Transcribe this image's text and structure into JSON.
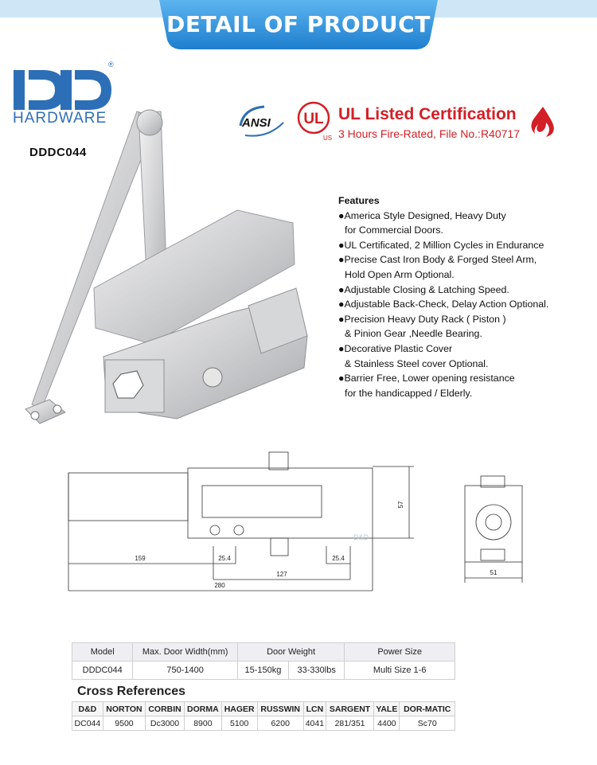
{
  "banner": {
    "title": "DETAIL OF PRODUCT"
  },
  "brand": {
    "logo_letters": "D&D",
    "registered": "®",
    "name": "HARDWARE"
  },
  "product": {
    "model_code": "DDDC044",
    "image_desc_icon": "door-closer-image"
  },
  "certification": {
    "ansi": "ANSI",
    "ul_mark": "UL",
    "ul_mark_us": "US",
    "title": "UL Listed Certification",
    "subtitle": "3 Hours Fire-Rated, File No.:R40717",
    "flame_icon": "flame-icon",
    "accent_color": "#d31f26"
  },
  "features": {
    "title": "Features",
    "bullet": "●",
    "items": [
      {
        "line1": "America Style Designed, Heavy Duty",
        "line2": "for Commercial Doors."
      },
      {
        "line1": "UL Certificated, 2 Million Cycles in Endurance",
        "line2": ""
      },
      {
        "line1": "Precise Cast Iron Body & Forged Steel Arm,",
        "line2": "Hold Open Arm Optional."
      },
      {
        "line1": "Adjustable Closing & Latching Speed.",
        "line2": ""
      },
      {
        "line1": "Adjustable Back-Check, Delay Action Optional.",
        "line2": ""
      },
      {
        "line1": "Precision Heavy Duty Rack ( Piston )",
        "line2": "& Pinion Gear ,Needle Bearing."
      },
      {
        "line1": "Decorative Plastic Cover",
        "line2": "& Stainless Steel  cover Optional."
      },
      {
        "line1": "Barrier Free, Lower opening resistance",
        "line2": "for the  handicapped / Elderly."
      }
    ]
  },
  "drawing": {
    "dims": {
      "total": "280",
      "left": "159",
      "inner_left": "25.4",
      "middle": "127",
      "inner_right": "25.4",
      "height": "57",
      "side_width": "51"
    },
    "watermark": "D&D"
  },
  "spec_table": {
    "headers": [
      "Model",
      "Max. Door Width(mm)",
      "Door Weight",
      "Power Size"
    ],
    "row": {
      "model": "DDDC044",
      "width": "750-1400",
      "weight_kg": "15-150kg",
      "weight_lbs": "33-330lbs",
      "power": "Multi Size 1-6"
    }
  },
  "cross_ref": {
    "title": "Cross References",
    "headers": [
      "D&D",
      "NORTON",
      "CORBIN",
      "DORMA",
      "HAGER",
      "RUSSWIN",
      "LCN",
      "SARGENT",
      "YALE",
      "DOR-MATIC"
    ],
    "values": [
      "DC044",
      "9500",
      "Dc3000",
      "8900",
      "5100",
      "6200",
      "4041",
      "281/351",
      "4400",
      "Sc70"
    ]
  },
  "colors": {
    "banner": "#2f8fd8",
    "brand": "#2d6fb6",
    "ul_red": "#d31f26"
  }
}
